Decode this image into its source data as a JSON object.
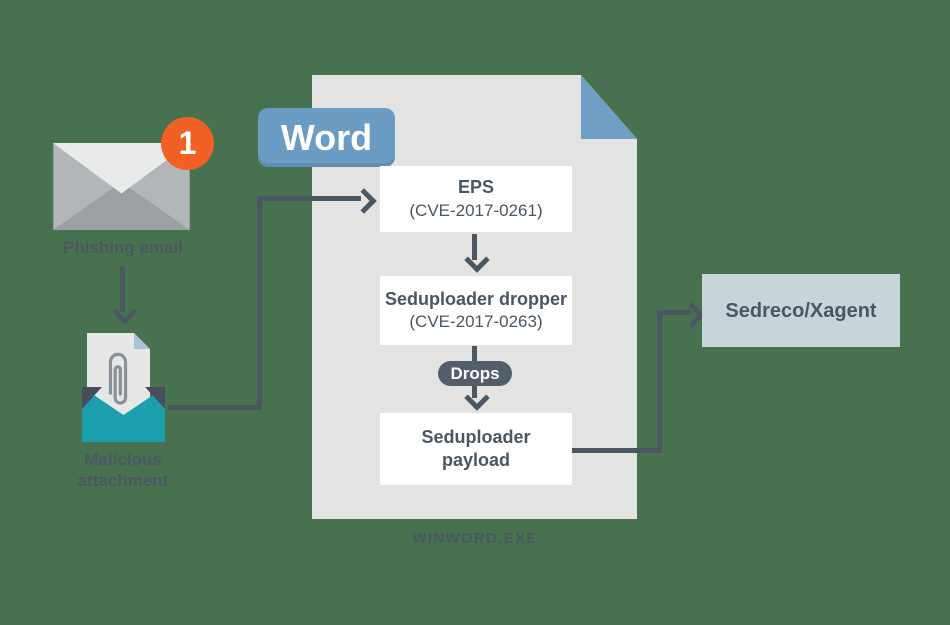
{
  "phishing": {
    "label": "Phishing email",
    "badge_count": "1"
  },
  "attachment": {
    "label_line1": "Malicious",
    "label_line2": "attachment"
  },
  "word_badge": {
    "label": "Word"
  },
  "document": {
    "filename": "WINWORD.EXE"
  },
  "nodes": {
    "eps": {
      "title": "EPS",
      "subtitle": "(CVE-2017-0261)"
    },
    "dropper": {
      "title": "Seduploader dropper",
      "subtitle": "(CVE-2017-0263)"
    },
    "drops_label": "Drops",
    "payload": {
      "line1": "Seduploader",
      "line2": "payload"
    },
    "sedreco": {
      "label": "Sedreco/Xagent"
    }
  },
  "colors": {
    "background": "#48714f",
    "slate": "#4a5763",
    "teal": "#1b9fae",
    "orange": "#f16024",
    "word_blue": "#6b9cc4",
    "fold_blue": "#6fa0c4",
    "small_fold_blue": "#a9c3d9",
    "doc_gray": "#e3e4e2",
    "node_bg": "#ffffff",
    "sedreco_bg": "#c7d4da",
    "pill_bg": "#525f6a",
    "envelope_side": "#b2b6b9",
    "envelope_flap": "#e9eaea",
    "envelope_bottom": "#9aa0a4",
    "paperclip": "#8a9097",
    "attachment_doc": "#e7e8e6",
    "dark_corner": "#454f5b"
  }
}
